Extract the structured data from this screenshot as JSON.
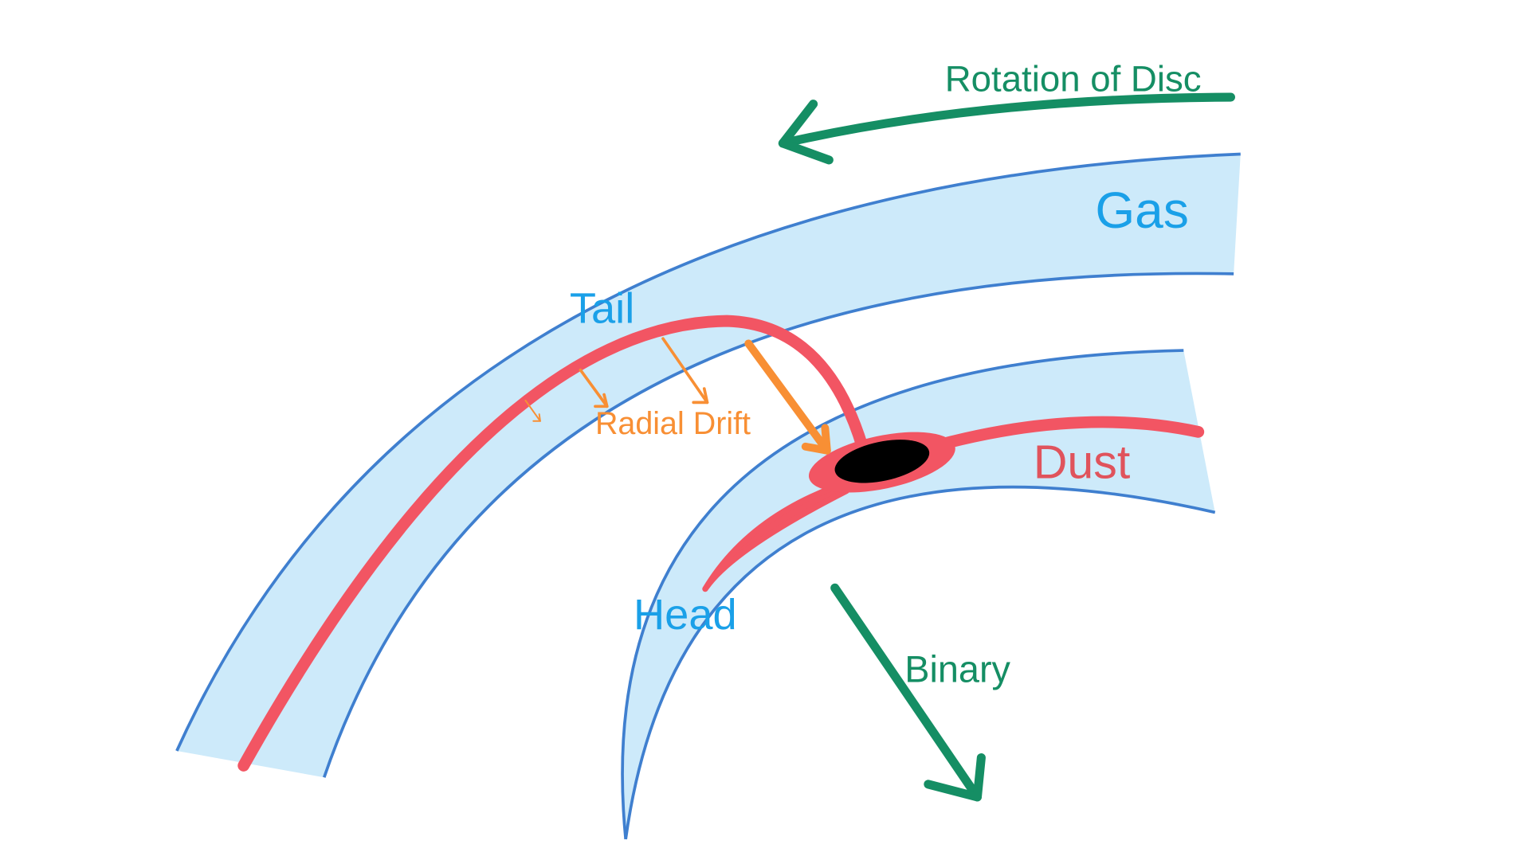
{
  "labels": {
    "rotation": "Rotation of Disc",
    "gas": "Gas",
    "tail": "Tail",
    "radial_drift": "Radial Drift",
    "dust": "Dust",
    "head": "Head",
    "binary": "Binary"
  },
  "colors": {
    "gas_fill": "#cdeafa",
    "gas_edge": "#3f7fcf",
    "dust": "#f25563",
    "drift_arrow": "#f88f34",
    "motion_arrow": "#158e64",
    "label_blue": "#1aa0e8",
    "label_red": "#e0535c",
    "label_orange": "#f88f34",
    "label_green": "#158e64",
    "planet": "#000000"
  }
}
